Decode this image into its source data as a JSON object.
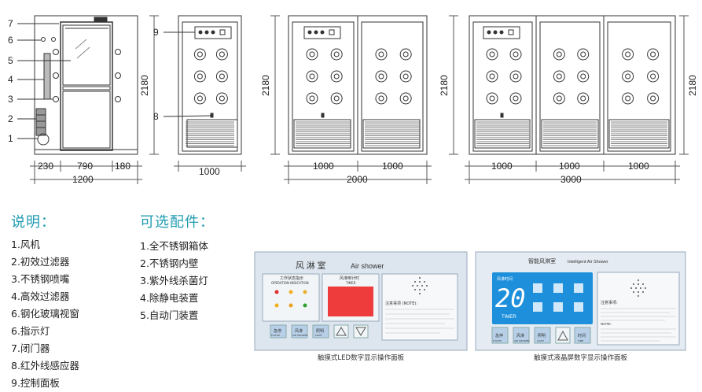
{
  "elevation_front": {
    "callouts": [
      "1",
      "2",
      "3",
      "4",
      "5",
      "6",
      "7"
    ],
    "widths": [
      "230",
      "790",
      "180"
    ],
    "total_width": "1200",
    "height": "2180"
  },
  "elevation_1door": {
    "callouts": [
      "9",
      "8"
    ],
    "width": "1000",
    "height": "2180"
  },
  "elevation_2door": {
    "unit_widths": [
      "1000",
      "1000"
    ],
    "total_width": "2000",
    "height": "2180"
  },
  "elevation_3door": {
    "unit_widths": [
      "1000",
      "1000",
      "1000"
    ],
    "total_width": "3000",
    "height": "2180"
  },
  "legend": {
    "title": "说明：",
    "items": [
      "1.风机",
      "2.初效过滤器",
      "3.不锈钢喷嘴",
      "4.高效过滤器",
      "6.钢化玻璃视窗",
      "6.指示灯",
      "7.闭门器",
      "8.红外线感应器",
      "9.控制面板"
    ]
  },
  "options": {
    "title": "可选配件：",
    "items": [
      "1.全不锈钢箱体",
      "2.不锈钢内壁",
      "3.紫外线杀菌灯",
      "4.除静电装置",
      "5.自动门装置"
    ]
  },
  "panel_led": {
    "brand": "风 淋 室",
    "brand_en": "Air shower",
    "status_title": "工作状态指示",
    "status_title_en": "OPERATION INDICATION",
    "timer_title": "风淋倒计时",
    "timer_title_en": "TIMER",
    "notes_title": "注意事项 (NOTE):",
    "buttons": [
      {
        "cn": "急停",
        "en": "E-STOP"
      },
      {
        "cn": "风淋",
        "en": "AIR SHOWER"
      },
      {
        "cn": "照明",
        "en": "LIGHT"
      }
    ],
    "caption": "触摸式LED数字显示操作面板",
    "colors": {
      "display": "#ee3b3b",
      "panel": "#dde6ef",
      "button": "#b7d0e8"
    }
  },
  "panel_lcd": {
    "brand": "智能风淋室",
    "brand_en": "Intelligent Air Shower",
    "screen_title": "风淋时间",
    "digits": "20",
    "timer_label": "TIMER",
    "notes_title": "注意事项:",
    "notes_en": "NOTE:",
    "buttons": [
      {
        "cn": "急停",
        "en": "E-STOP"
      },
      {
        "cn": "风淋",
        "en": "AIR SHOWER"
      },
      {
        "cn": "照明",
        "en": "LIGHT"
      },
      {
        "cn": "时间",
        "en": "TIME"
      }
    ],
    "caption": "触摸式液晶屏数字显示操作面板",
    "colors": {
      "screen": "#1e8fdb",
      "panel": "#e4ebf2",
      "button": "#b7d0e8"
    }
  }
}
